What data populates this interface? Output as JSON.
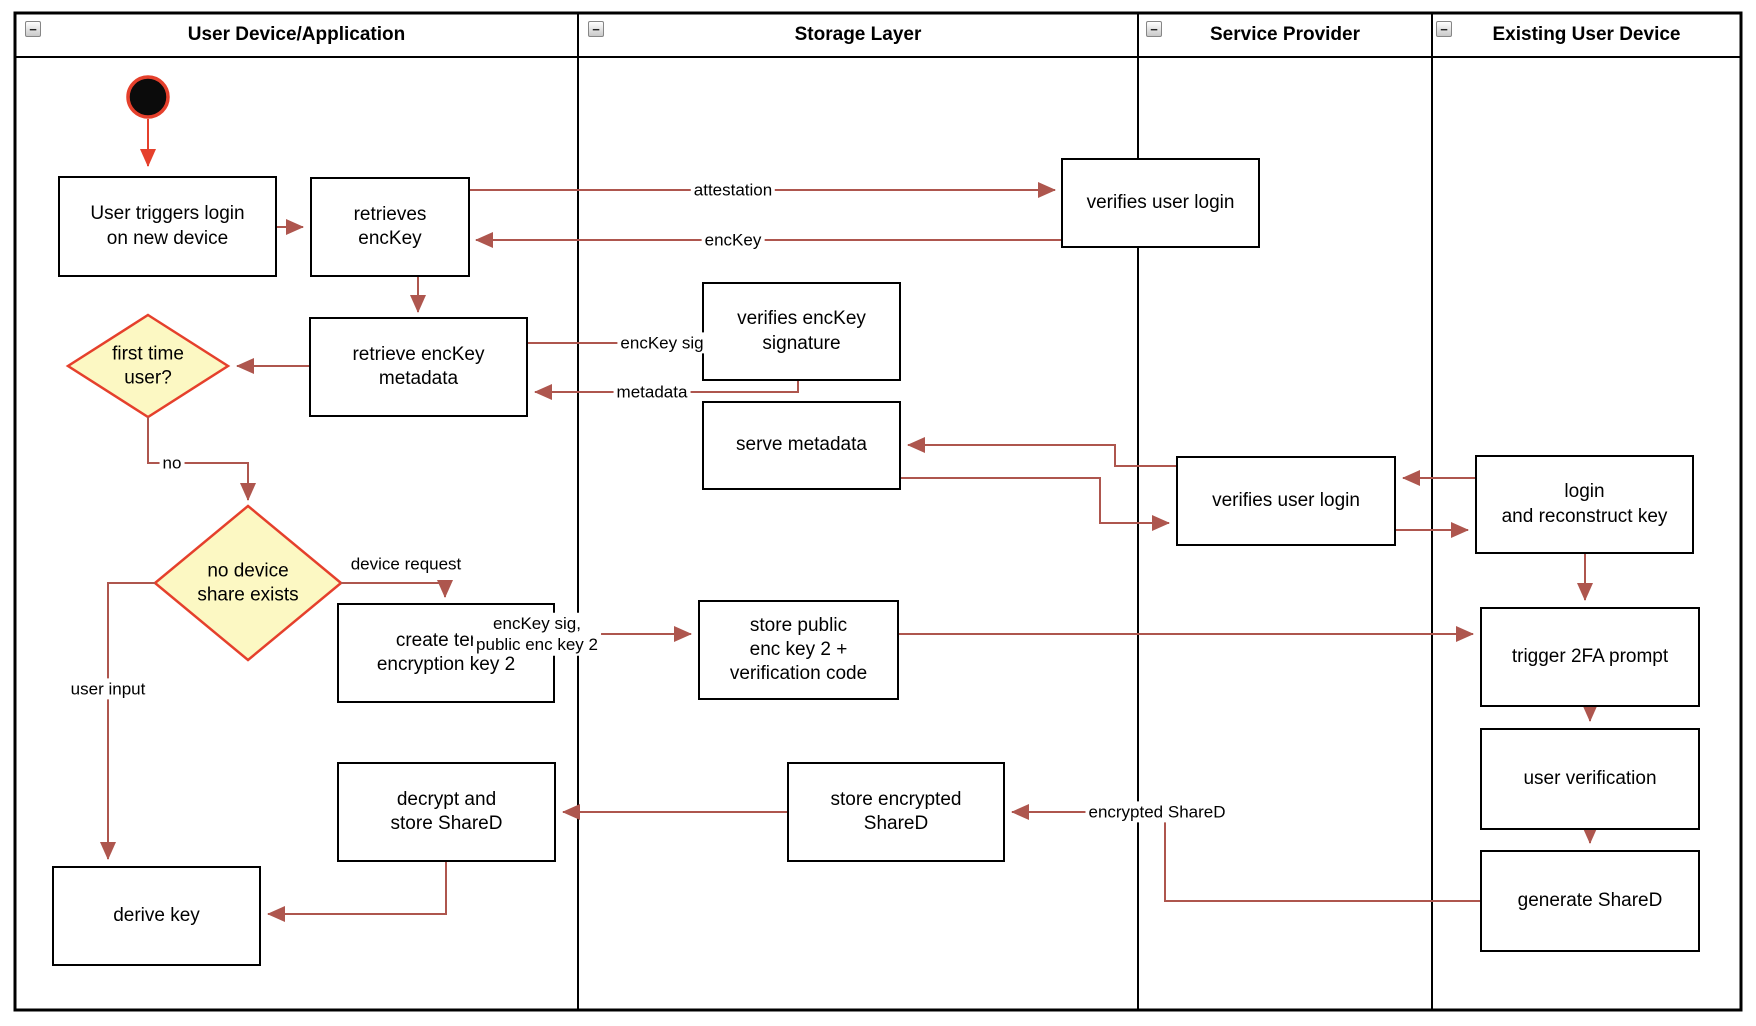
{
  "colors": {
    "connector": "#ae564e",
    "accent_red": "#e5402c",
    "diamond_fill": "#fcf8c3",
    "shape_border": "#000000",
    "background": "#ffffff"
  },
  "header": {
    "collapse_glyph": "−",
    "lanes": [
      {
        "title": "User Device/Application"
      },
      {
        "title": "Storage Layer"
      },
      {
        "title": "Service Provider"
      },
      {
        "title": "Existing User Device"
      }
    ]
  },
  "nodes": {
    "user_triggers": {
      "label": "User triggers login\non new device"
    },
    "retrieves_enckey": {
      "label": "retrieves\nencKey"
    },
    "retrieve_metadata": {
      "label": "retrieve encKey\nmetadata"
    },
    "first_time_user": {
      "label": "first time\nuser?"
    },
    "no_device_share": {
      "label": "no device\nshare exists"
    },
    "create_temp_key": {
      "label": "create temp\nencryption key 2"
    },
    "decrypt_store": {
      "label": "decrypt and\nstore ShareD"
    },
    "derive_key": {
      "label": "derive key"
    },
    "verifies_signature": {
      "label": "verifies encKey\nsignature"
    },
    "serve_metadata": {
      "label": "serve metadata"
    },
    "store_public": {
      "label": "store public\nenc key 2 +\nverification code"
    },
    "store_encrypted": {
      "label": "store encrypted\nShareD"
    },
    "verifies_login_top": {
      "label": "verifies user login"
    },
    "verifies_login_mid": {
      "label": "verifies user login"
    },
    "login_reconstruct": {
      "label": "login\nand reconstruct key"
    },
    "trigger_2fa": {
      "label": "trigger 2FA prompt"
    },
    "user_verification": {
      "label": "user verification"
    },
    "generate_shared": {
      "label": "generate ShareD"
    }
  },
  "edge_labels": {
    "attestation": "attestation",
    "enckey": "encKey",
    "enckey_sig": "encKey sig",
    "metadata": "metadata",
    "no": "no",
    "device_request": "device request",
    "enckey_sig_public": "encKey sig,\npublic enc key 2",
    "user_input": "user input",
    "encrypted_shared": "encrypted ShareD"
  }
}
